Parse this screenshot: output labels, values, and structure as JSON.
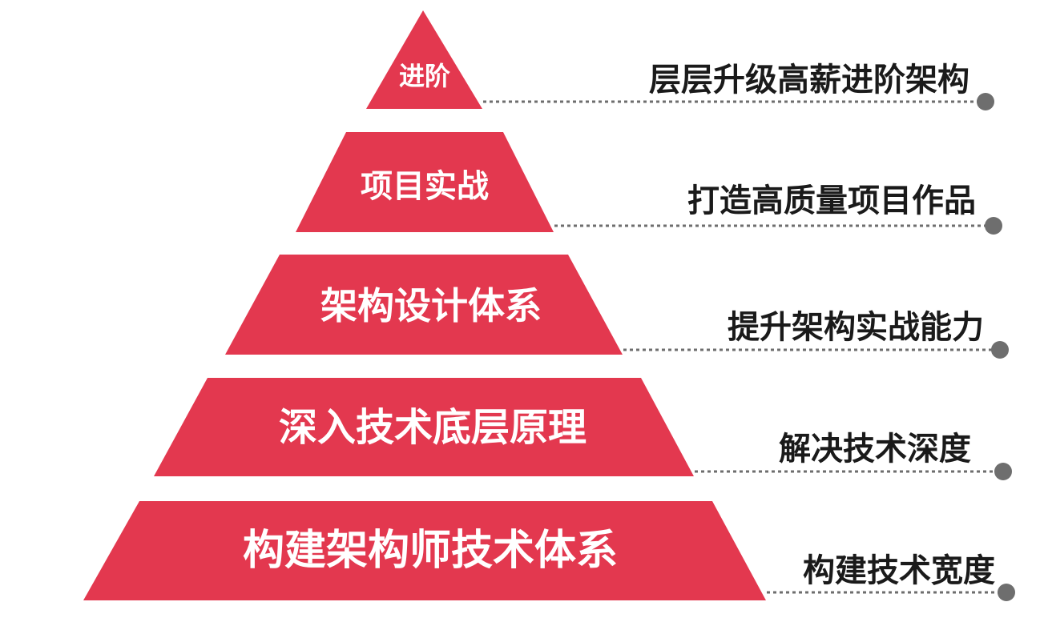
{
  "pyramid": {
    "fill_color": "#e3384f",
    "connector_color": "#6e6e6e",
    "tiers": [
      {
        "label": "进阶",
        "description": "层层升级高薪进阶架构"
      },
      {
        "label": "项目实战",
        "description": "打造高质量项目作品"
      },
      {
        "label": "架构设计体系",
        "description": "提升架构实战能力"
      },
      {
        "label": "深入技术底层原理",
        "description": "解决技术深度"
      },
      {
        "label": "构建架构师技术体系",
        "description": "构建技术宽度"
      }
    ]
  }
}
